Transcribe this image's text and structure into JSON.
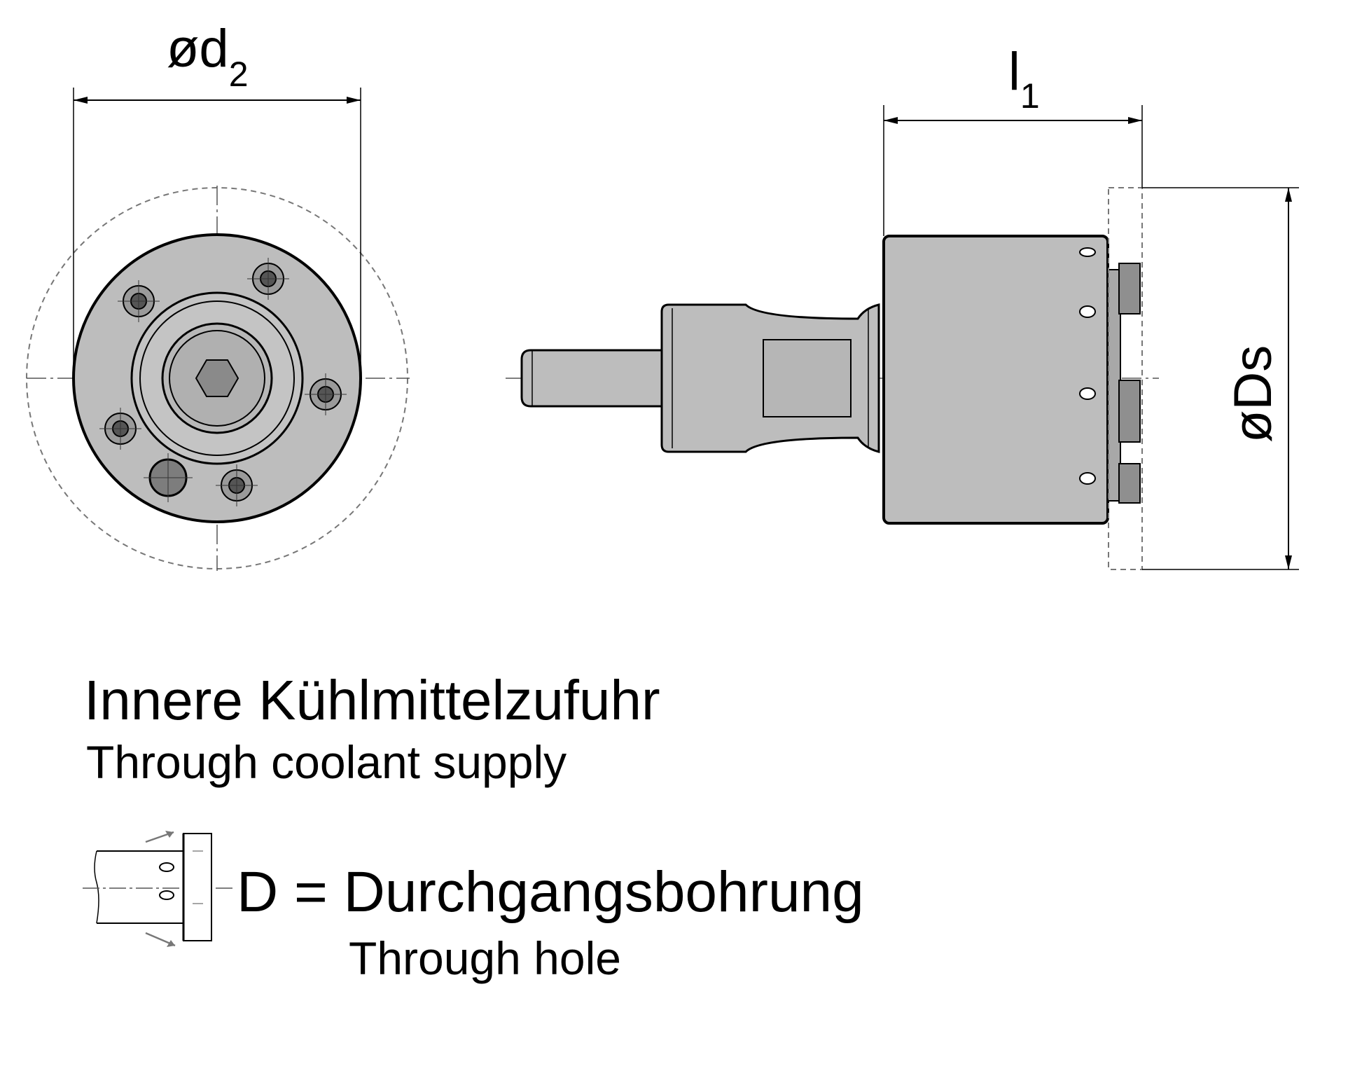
{
  "dimensions": {
    "d2": {
      "prefix": "ød",
      "subscript": "2"
    },
    "l1": {
      "prefix": "l",
      "subscript": "1"
    },
    "Ds": {
      "label": "øDs"
    }
  },
  "legend": {
    "title": "Innere Kühlmittelzufuhr",
    "subtitle": "Through coolant supply",
    "symbol_text": "D = Durchgangsbohrung",
    "symbol_subtext": "Through hole"
  },
  "colors": {
    "body_fill": "#bdbdbd",
    "dark_fill": "#8a8a8a",
    "line": "#000000",
    "hidden_line": "#777777"
  }
}
